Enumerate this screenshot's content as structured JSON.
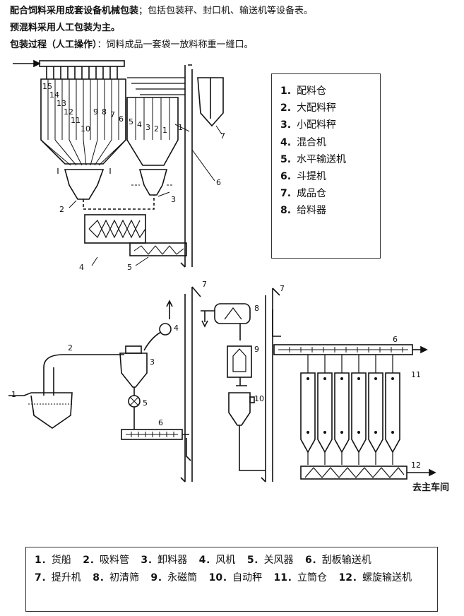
{
  "intro": {
    "line1_bold": "配合饲料采用成套设备机械包装",
    "line1_rest": "；包括包装秤、封口机、输送机等设备表。",
    "line2": "预混料采用人工包装为主。",
    "line3_bold": "包装过程（人工操作）",
    "line3_rest": "：饲料成品一套袋一放料称重一缝口。"
  },
  "legend_top": [
    {
      "num": "1.",
      "label": "配料仓"
    },
    {
      "num": "2.",
      "label": "大配料秤"
    },
    {
      "num": "3.",
      "label": "小配料秤"
    },
    {
      "num": "4.",
      "label": "混合机"
    },
    {
      "num": "5.",
      "label": "水平输送机"
    },
    {
      "num": "6.",
      "label": "斗提机"
    },
    {
      "num": "7.",
      "label": "成品仓"
    },
    {
      "num": "8.",
      "label": "给料器"
    }
  ],
  "legend_bottom": [
    {
      "num": "1．",
      "label": "货船"
    },
    {
      "num": "2．",
      "label": "吸料管"
    },
    {
      "num": "3．",
      "label": "卸料器"
    },
    {
      "num": "4．",
      "label": "风机"
    },
    {
      "num": "5．",
      "label": "关风器"
    },
    {
      "num": "6．",
      "label": "刮板输送机"
    },
    {
      "num": "7．",
      "label": "提升机"
    },
    {
      "num": "8．",
      "label": "初清筛"
    },
    {
      "num": "9．",
      "label": "永磁筒"
    },
    {
      "num": "10．",
      "label": "自动秤"
    },
    {
      "num": "11．",
      "label": "立筒仓"
    },
    {
      "num": "12．",
      "label": "螺旋输送机"
    }
  ],
  "diagram_labels": {
    "top_bins": [
      "15",
      "14",
      "13",
      "12",
      "11",
      "10",
      "9",
      "8",
      "7",
      "6",
      "5",
      "4",
      "3",
      "2",
      "1"
    ],
    "top_callouts": [
      "1",
      "2",
      "3",
      "4",
      "5",
      "6",
      "7"
    ],
    "bottom_callouts": [
      "1",
      "2",
      "3",
      "4",
      "5",
      "6",
      "7",
      "8",
      "9",
      "10",
      "11",
      "12",
      "6",
      "7"
    ],
    "destination": "去主车间"
  }
}
